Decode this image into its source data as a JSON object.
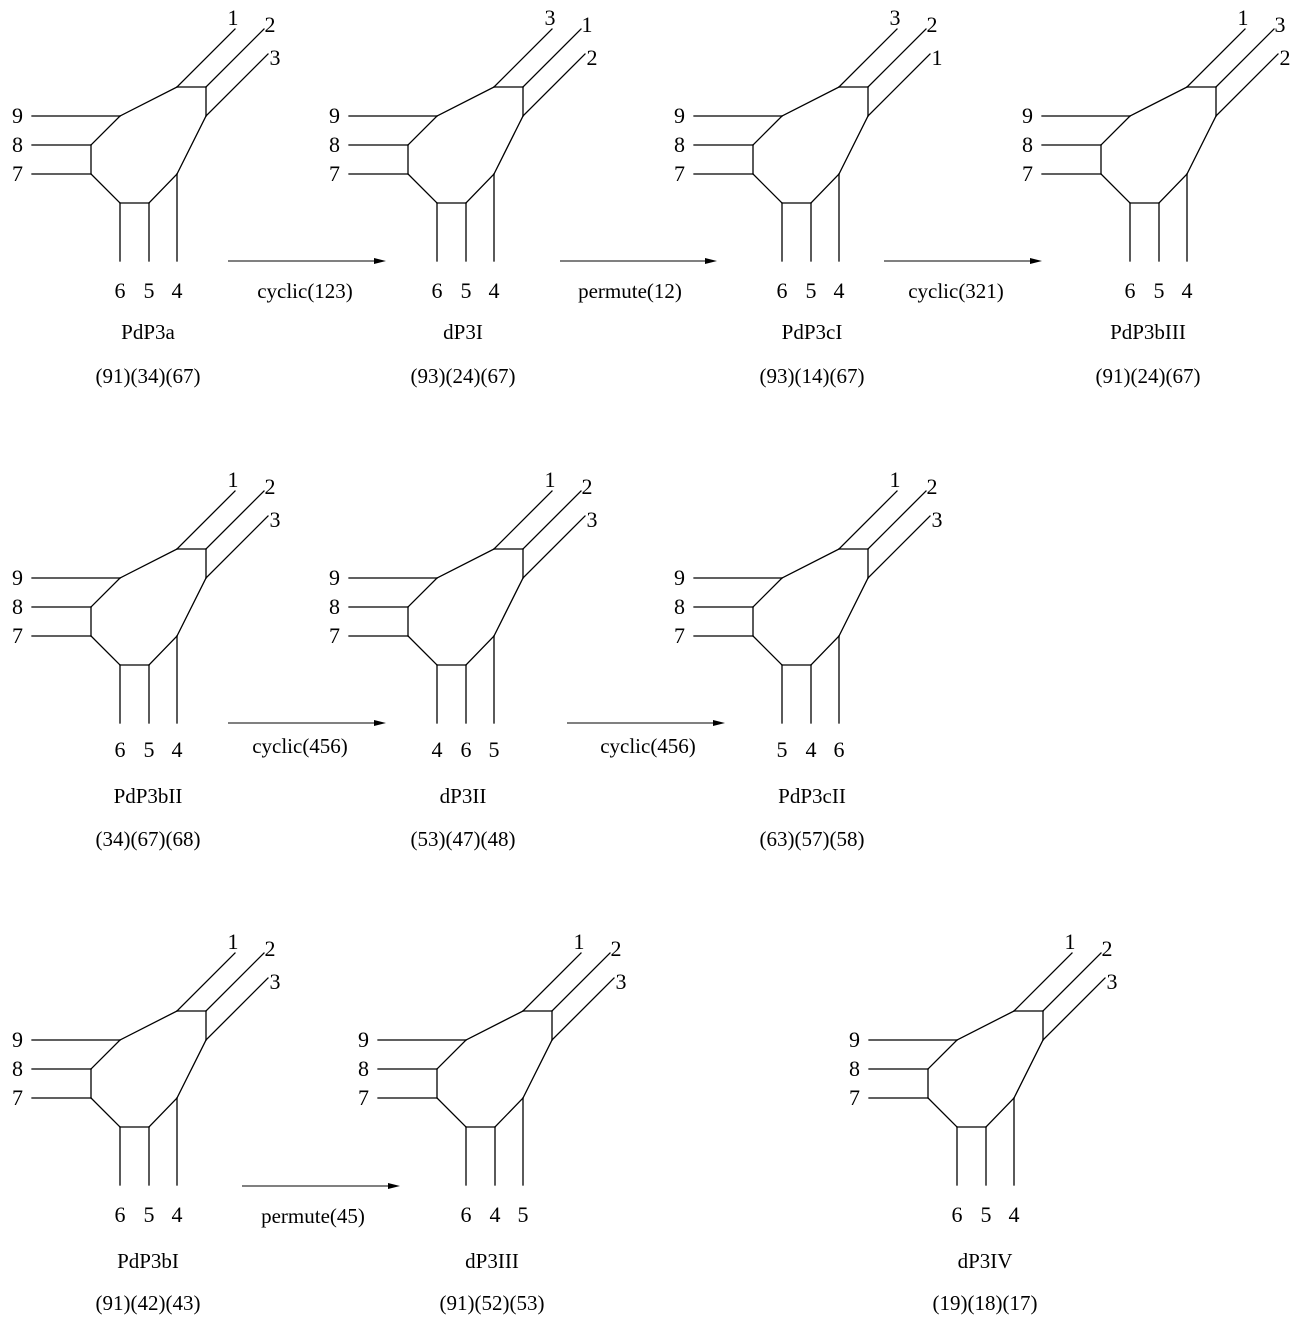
{
  "diagrams": [
    {
      "name": "PdP3a",
      "permutation": "(91)(34)(67)",
      "top_labels": [
        "1",
        "2",
        "3"
      ],
      "bottom_labels": [
        "6",
        "5",
        "4"
      ],
      "left_labels": [
        "9",
        "8",
        "7"
      ]
    },
    {
      "name": "dP3I",
      "permutation": "(93)(24)(67)",
      "top_labels": [
        "3",
        "1",
        "2"
      ],
      "bottom_labels": [
        "6",
        "5",
        "4"
      ],
      "left_labels": [
        "9",
        "8",
        "7"
      ]
    },
    {
      "name": "PdP3cI",
      "permutation": "(93)(14)(67)",
      "top_labels": [
        "3",
        "2",
        "1"
      ],
      "bottom_labels": [
        "6",
        "5",
        "4"
      ],
      "left_labels": [
        "9",
        "8",
        "7"
      ]
    },
    {
      "name": "PdP3bIII",
      "permutation": "(91)(24)(67)",
      "top_labels": [
        "1",
        "3",
        "2"
      ],
      "bottom_labels": [
        "6",
        "5",
        "4"
      ],
      "left_labels": [
        "9",
        "8",
        "7"
      ]
    },
    {
      "name": "PdP3bII",
      "permutation": "(34)(67)(68)",
      "top_labels": [
        "1",
        "2",
        "3"
      ],
      "bottom_labels": [
        "6",
        "5",
        "4"
      ],
      "left_labels": [
        "9",
        "8",
        "7"
      ]
    },
    {
      "name": "dP3II",
      "permutation": "(53)(47)(48)",
      "top_labels": [
        "1",
        "2",
        "3"
      ],
      "bottom_labels": [
        "4",
        "6",
        "5"
      ],
      "left_labels": [
        "9",
        "8",
        "7"
      ]
    },
    {
      "name": "PdP3cII",
      "permutation": "(63)(57)(58)",
      "top_labels": [
        "1",
        "2",
        "3"
      ],
      "bottom_labels": [
        "5",
        "4",
        "6"
      ],
      "left_labels": [
        "9",
        "8",
        "7"
      ]
    },
    {
      "name": "PdP3bI",
      "permutation": "(91)(42)(43)",
      "top_labels": [
        "1",
        "2",
        "3"
      ],
      "bottom_labels": [
        "6",
        "5",
        "4"
      ],
      "left_labels": [
        "9",
        "8",
        "7"
      ]
    },
    {
      "name": "dP3III",
      "permutation": "(91)(52)(53)",
      "top_labels": [
        "1",
        "2",
        "3"
      ],
      "bottom_labels": [
        "6",
        "4",
        "5"
      ],
      "left_labels": [
        "9",
        "8",
        "7"
      ]
    },
    {
      "name": "dP3IV",
      "permutation": "(19)(18)(17)",
      "top_labels": [
        "1",
        "2",
        "3"
      ],
      "bottom_labels": [
        "6",
        "5",
        "4"
      ],
      "left_labels": [
        "9",
        "8",
        "7"
      ]
    }
  ],
  "transitions": [
    {
      "from": "PdP3a",
      "to": "dP3I",
      "label": "cyclic(123)"
    },
    {
      "from": "dP3I",
      "to": "PdP3cI",
      "label": "permute(12)"
    },
    {
      "from": "PdP3cI",
      "to": "PdP3bIII",
      "label": "cyclic(321)"
    },
    {
      "from": "PdP3bII",
      "to": "dP3II",
      "label": "cyclic(456)"
    },
    {
      "from": "dP3II",
      "to": "PdP3cII",
      "label": "cyclic(456)"
    },
    {
      "from": "PdP3bI",
      "to": "dP3III",
      "label": "permute(45)"
    }
  ]
}
